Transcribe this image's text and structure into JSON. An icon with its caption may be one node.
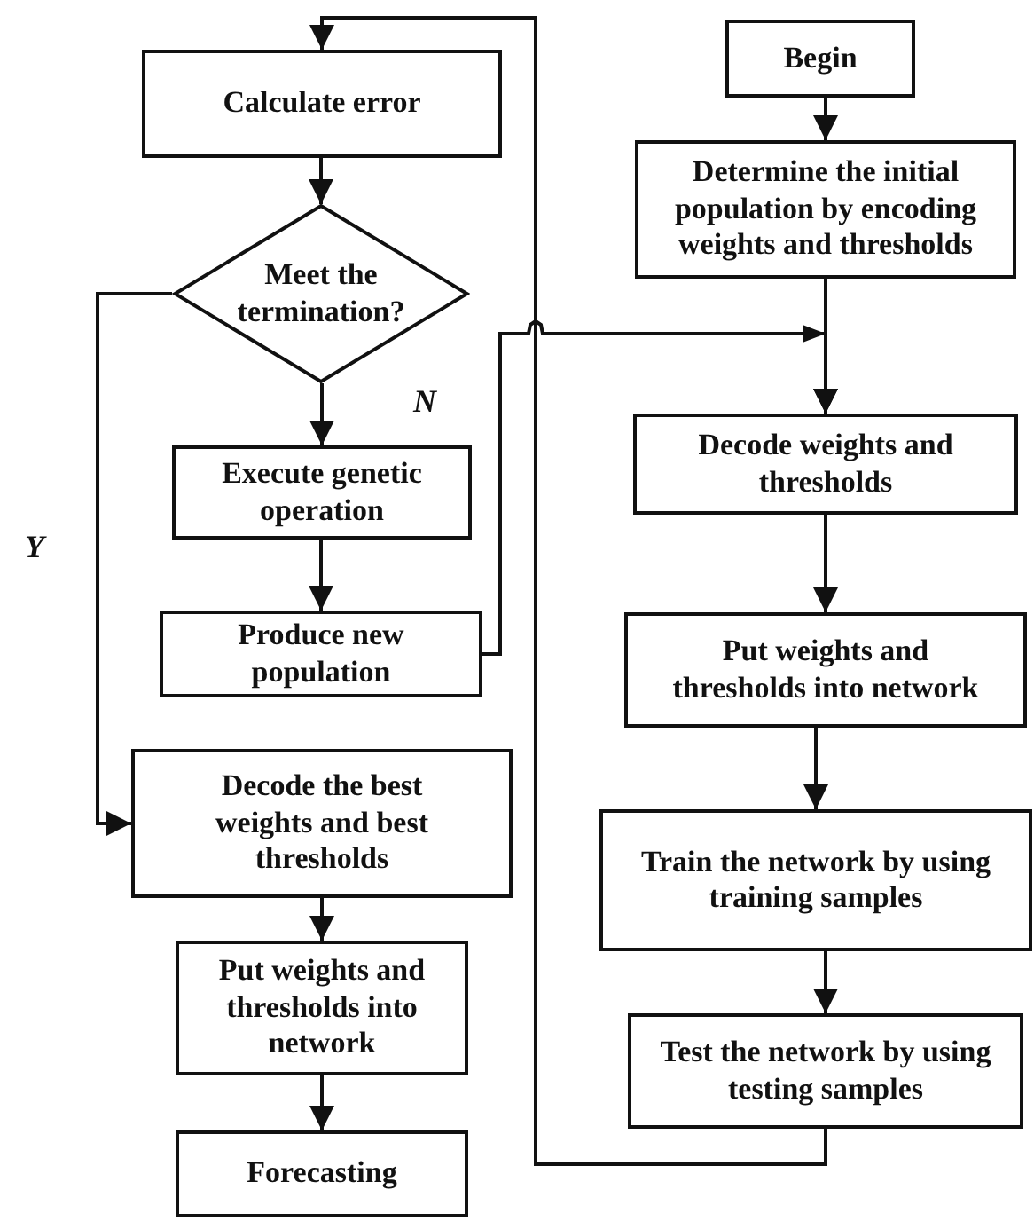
{
  "diagram": {
    "nodes": [
      {
        "text": [
          "Calculate error"
        ]
      },
      {
        "text": [
          "Meet the termination?"
        ]
      },
      {
        "text": [
          "Execute genetic operation"
        ]
      },
      {
        "text": [
          "Produce new population"
        ]
      },
      {
        "text": [
          "Decode the best weights and best thresholds"
        ]
      },
      {
        "text": [
          "Put weights and thresholds into network"
        ]
      },
      {
        "text": [
          "Forecasting"
        ]
      },
      {
        "text": [
          "Begin"
        ]
      },
      {
        "text": [
          "Determine the initial population by encoding weights and thresholds"
        ]
      },
      {
        "text": [
          "Decode weights and thresholds"
        ]
      },
      {
        "text": [
          "Put weights and thresholds into network"
        ]
      },
      {
        "text": [
          "Train the network by using training samples"
        ]
      },
      {
        "text": [
          "Test the network by using testing samples"
        ]
      }
    ],
    "edges": [
      {
        "from": 0,
        "to": 1,
        "arrow": "to"
      },
      {
        "from": 1,
        "to": 2,
        "arrow": "to",
        "label": "N"
      },
      {
        "from": 2,
        "to": 3,
        "arrow": "to"
      },
      {
        "from": 3,
        "to": 9,
        "arrow": "to"
      },
      {
        "from": 1,
        "to": 4,
        "arrow": "to",
        "label": "Y"
      },
      {
        "from": 4,
        "to": 5,
        "arrow": "to"
      },
      {
        "from": 5,
        "to": 6,
        "arrow": "to"
      },
      {
        "from": 7,
        "to": 8,
        "arrow": "to"
      },
      {
        "from": 8,
        "to": 9,
        "arrow": "to"
      },
      {
        "from": 9,
        "to": 10,
        "arrow": "to"
      },
      {
        "from": 10,
        "to": 11,
        "arrow": "to"
      },
      {
        "from": 11,
        "to": 12,
        "arrow": "to"
      },
      {
        "from": 12,
        "to": 0,
        "arrow": "to"
      }
    ]
  }
}
